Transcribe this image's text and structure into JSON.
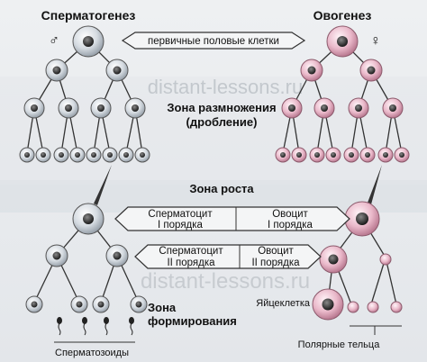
{
  "title_left": "Сперматогенез",
  "title_right": "Овогенез",
  "male_symbol": "♂",
  "female_symbol": "♀",
  "label_primary": "первичные половые клетки",
  "zone_reproduction_line1": "Зона размножения",
  "zone_reproduction_line2": "(дробление)",
  "zone_growth": "Зона роста",
  "box1_left_line1": "Сперматоцит",
  "box1_left_line2": "I порядка",
  "box1_right_line1": "Овоцит",
  "box1_right_line2": "I порядка",
  "box2_left_line1": "Сперматоцит",
  "box2_left_line2": "II порядка",
  "box2_right_line1": "Овоцит",
  "box2_right_line2": "II порядка",
  "zone_formation_line1": "Зона",
  "zone_formation_line2": "формирования",
  "egg_label": "Яйцеклетка",
  "sperm_label": "Сперматозоиды",
  "polar_label": "Полярные тельца",
  "watermark1": "distant-lessons.ru",
  "watermark2": "distant-lessons.ru",
  "colors": {
    "male_cell": "#c9d1d8",
    "female_cell": "#e7b6c6",
    "nucleus": "#333",
    "line": "#333"
  }
}
